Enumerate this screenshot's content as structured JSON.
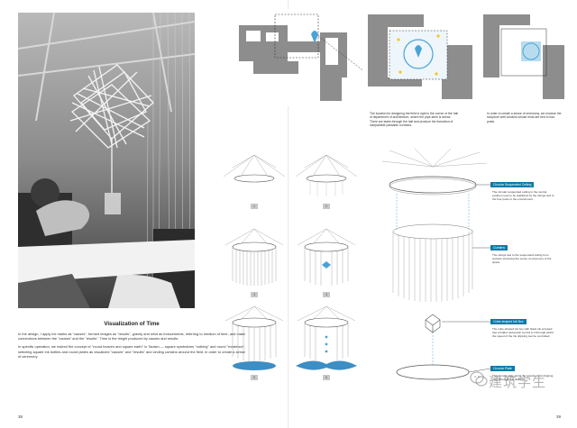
{
  "essay": {
    "title": "Visualization of Time",
    "paragraph_1": "In the design, I apply ink marks as \"causes\", formed images as \"results\", gravity and wind as inducements, referring to medium of time, and make connections between the \"causes\" and the \"results\". Time is the tringle produced by causes and results.",
    "paragraph_2": "In specific operation, we indeed the concept of \"round heaven and square earth\" in Taoism — square symbolizes \"nothing\" and round \"existence\", selecting square ink bottles and round plates as visualized \"causes\" and \"results\" and circling curtains around the field, in order to create a sense of ceremony."
  },
  "page_numbers": {
    "left": "38",
    "right": "39"
  },
  "plans": {
    "caption_b": "The location for designing the field is right in the corner of the hall of department of architecture, where the pipe-stem is dense. There are stairs through the hall and produce the formation of inseparable passable corridors.",
    "caption_c": "In order to create a sense of ceremony, we enclose the sculpture with curtains whose ends are tied to four posts."
  },
  "steps": {
    "labels": [
      "1",
      "2",
      "3",
      "4",
      "5",
      "6"
    ]
  },
  "diagram": {
    "callouts": [
      {
        "label": "Circular Suspended Ceiling",
        "text": "The circular suspended ceiling in the central position need to be stabilized by the strings tied to the four posts in the environment."
      },
      {
        "label": "Curtains",
        "text": "The strings tied to the suspended ceiling form curtains enclosing the sense of ceremony of the space."
      },
      {
        "label": "Cube-shaped Ink Box",
        "text": "The cube-shaped ink box with black ink screwed has a hidden automatic control in it through which the speed of the ink dripping can be controlled."
      },
      {
        "label": "Circular Plate",
        "text": "The circular plate prints the results of ink dripping over time with ink drawing."
      }
    ]
  },
  "watermark": {
    "text": "建筑学生"
  },
  "colors": {
    "accent": "#0c7aa8",
    "highlight": "#4aa3d6",
    "plan_fill": "#8d8d8d"
  }
}
